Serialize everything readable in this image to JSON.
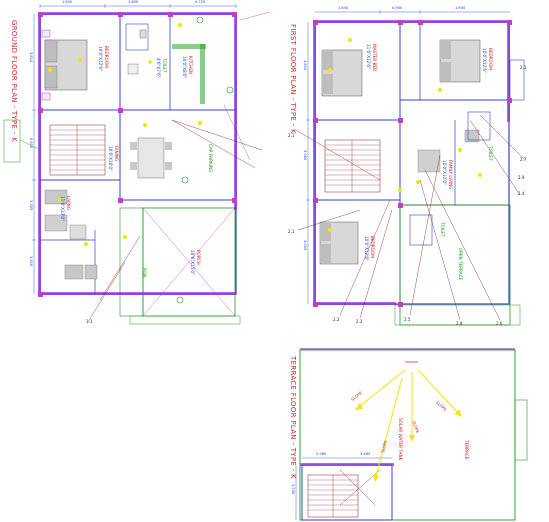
{
  "titles": {
    "ground": "GROUND FLOOR PLAN - TYPE - K",
    "first": "FIRST FLOOR PLAN - TYPE - K",
    "terrace": "TERRACE FLOOR PLAN - TYPE - K"
  },
  "ground_rooms": [
    {
      "key": "bedroom",
      "name": "BEDROOM",
      "size": "10'0\"X12'6\""
    },
    {
      "key": "kitchen",
      "name": "KITCHEN",
      "size": "10'0\"X8'0\""
    },
    {
      "key": "toilet",
      "name": "TOILET",
      "size": "4'6\"X7'6\""
    },
    {
      "key": "dining",
      "name": "DINING",
      "size": "10'0\"X10'0\""
    },
    {
      "key": "living",
      "name": "LIVING",
      "size": "11'0\"X13'0\""
    },
    {
      "key": "porch",
      "name": "PORCH",
      "size": "10'6\"X15'0\""
    },
    {
      "key": "parking",
      "name": "CAR PARKING"
    },
    {
      "key": "puja",
      "name": "PUJA"
    }
  ],
  "first_rooms": [
    {
      "key": "master",
      "name": "MASTER BED",
      "size": "11'0\"X12'6\""
    },
    {
      "key": "bed2",
      "name": "BEDROOM",
      "size": "10'0\"X12'6\""
    },
    {
      "key": "family",
      "name": "FAMILY LIVING",
      "size": "10'0\"X12'0\""
    },
    {
      "key": "bed3",
      "name": "BEDROOM",
      "size": "10'0\"X12'6\""
    },
    {
      "key": "toilet1",
      "name": "TOILET"
    },
    {
      "key": "toilet2",
      "name": "TOILET"
    },
    {
      "key": "terrace",
      "name": "OPEN TERRACE"
    }
  ],
  "terrace_labels": {
    "terrace": "TERRACE",
    "tank": "SOLAR WATER TANK",
    "slopes": [
      "SLOPE",
      "SLOPE",
      "SLOPE",
      "SLOPE"
    ]
  },
  "dims": {
    "ground_top": [
      "1.650",
      "1.650",
      "0.725"
    ],
    "ground_side": [
      "3.810",
      "0.610",
      "3.355",
      "3.910"
    ],
    "ground_note": "1.1",
    "first_top": [
      "1.650",
      "0.900",
      "1.650"
    ],
    "first_side": [
      "3.810",
      "3.960",
      "3.055"
    ],
    "first_sections": [
      "2.1",
      "2.1",
      "2.2",
      "2.3",
      "2.4",
      "2.5",
      "2.6",
      "2.7",
      "2.8",
      "2.9",
      "2.1"
    ],
    "terrace_top": [
      "2.980",
      "3.465"
    ],
    "terrace_side": [
      "1.530"
    ]
  },
  "colors": {
    "wall": "#3344cc",
    "wall_alt": "#8a2be2",
    "leader": "#8b1a1a",
    "dim_red": "#d01f1f",
    "green": "#1e9a1e",
    "yellow": "#f2e600",
    "black": "#111111",
    "column": "#c040c0"
  }
}
